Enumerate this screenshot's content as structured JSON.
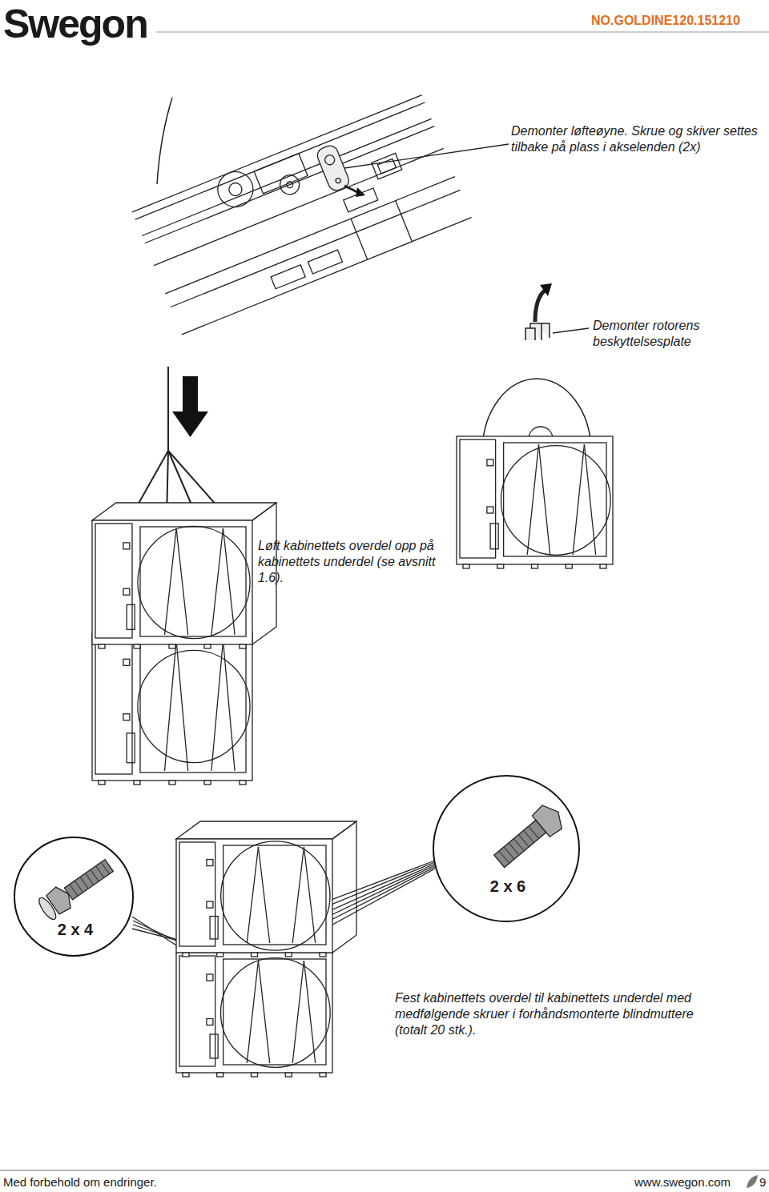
{
  "diagram": {
    "nodes": [
      {
        "text": [
          "2 x 4"
        ]
      },
      {
        "text": [
          "2 x 6"
        ]
      }
    ],
    "labels": [
      "Swegon",
      "NO.GOLDINE120.151210",
      "Demonter løfteøyne. Skrue og skiver settes tilbake på plass i akselenden (2x)",
      "Demonter rotorens beskyttelsesplate",
      "Løft kabinettets overdel opp på kabinettets underdel (se avsnitt 1.6).",
      "Fest kabinettets overdel til kabinettets underdel med medfølgende skruer i forhåndsmonterte blindmuttere (totalt 20 stk.).",
      "Med forbehold om endringer.",
      "www.swegon.com",
      "9"
    ]
  }
}
